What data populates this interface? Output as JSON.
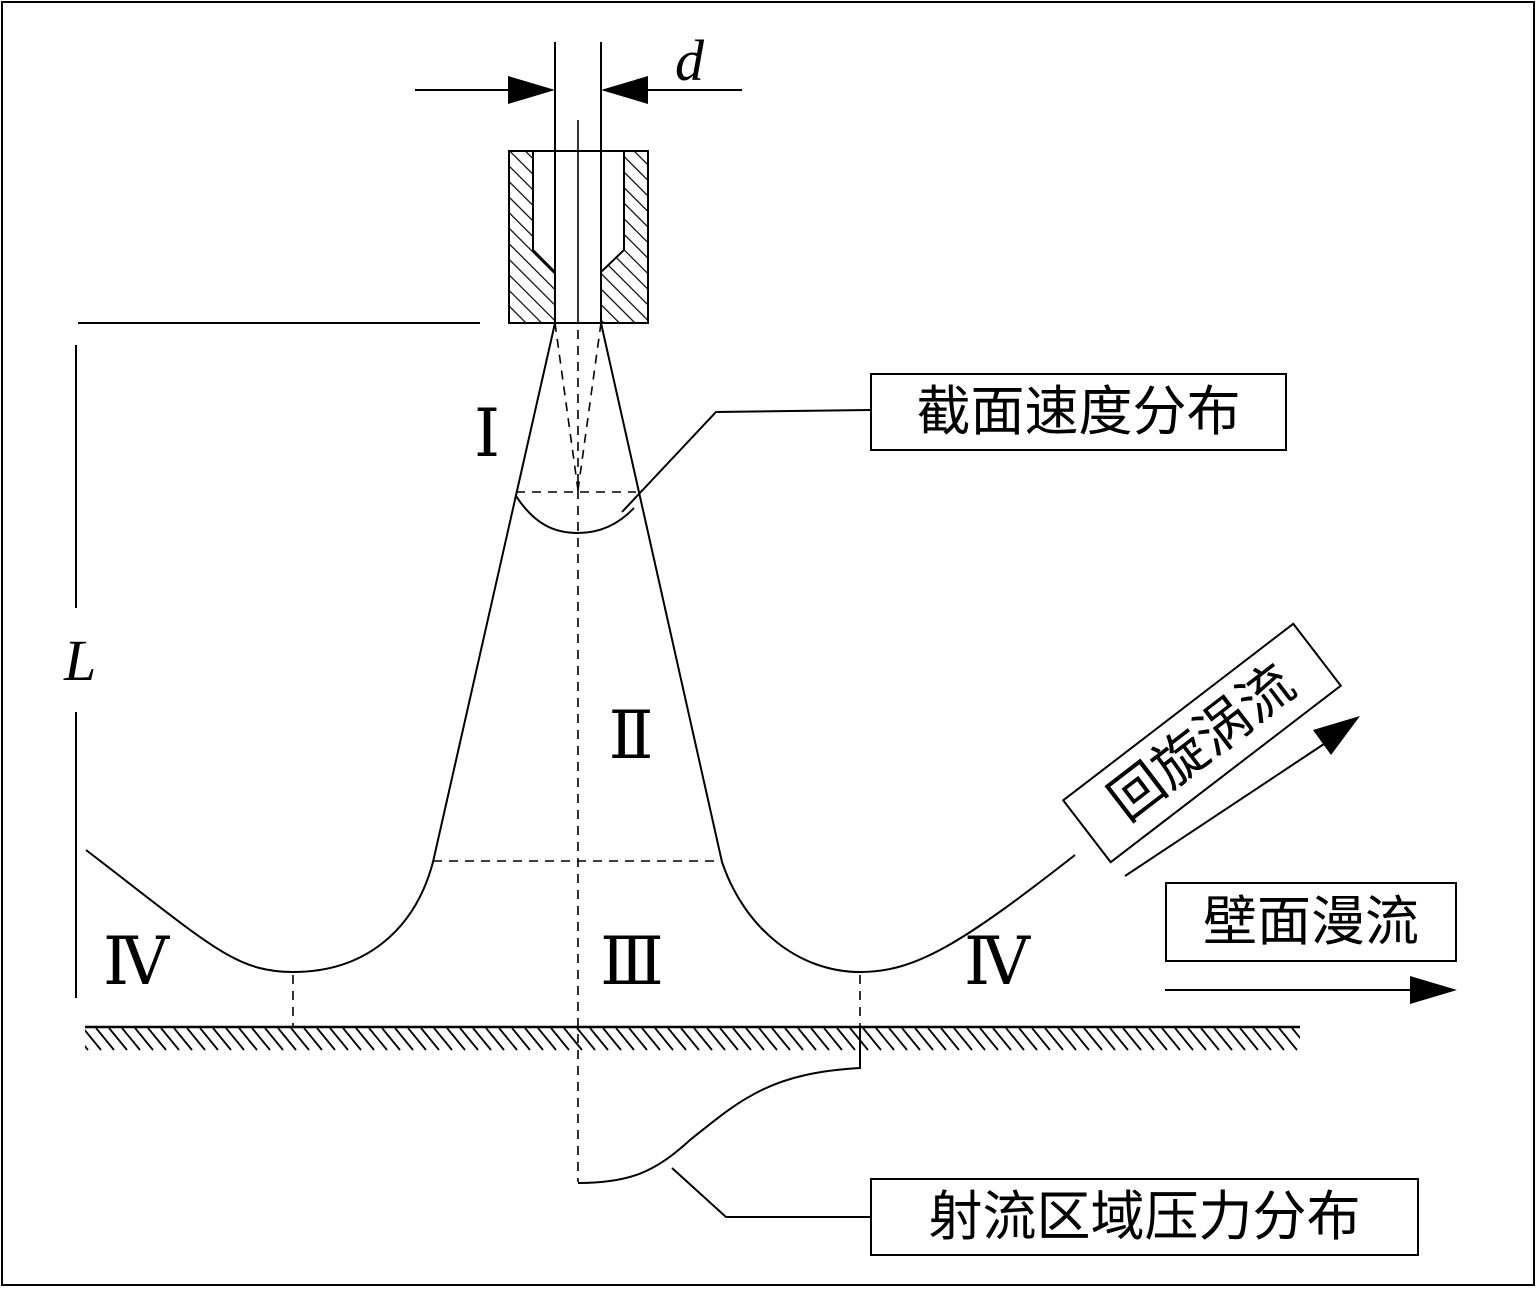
{
  "diagram": {
    "dimension_labels": {
      "nozzle_diameter": "d",
      "jet_length": "L"
    },
    "regions": {
      "region_1": "Ⅰ",
      "region_2": "Ⅱ",
      "region_3": "Ⅲ",
      "region_4_left": "Ⅳ",
      "region_4_right": "Ⅳ"
    },
    "callouts": {
      "velocity_profile": "截面速度分布",
      "pressure_distribution": "射流区域压力分布"
    },
    "flow_labels": {
      "swirl_flow": "回旋涡流",
      "wall_flow": "壁面漫流"
    },
    "colors": {
      "line": "#000000",
      "background": "#ffffff"
    }
  }
}
